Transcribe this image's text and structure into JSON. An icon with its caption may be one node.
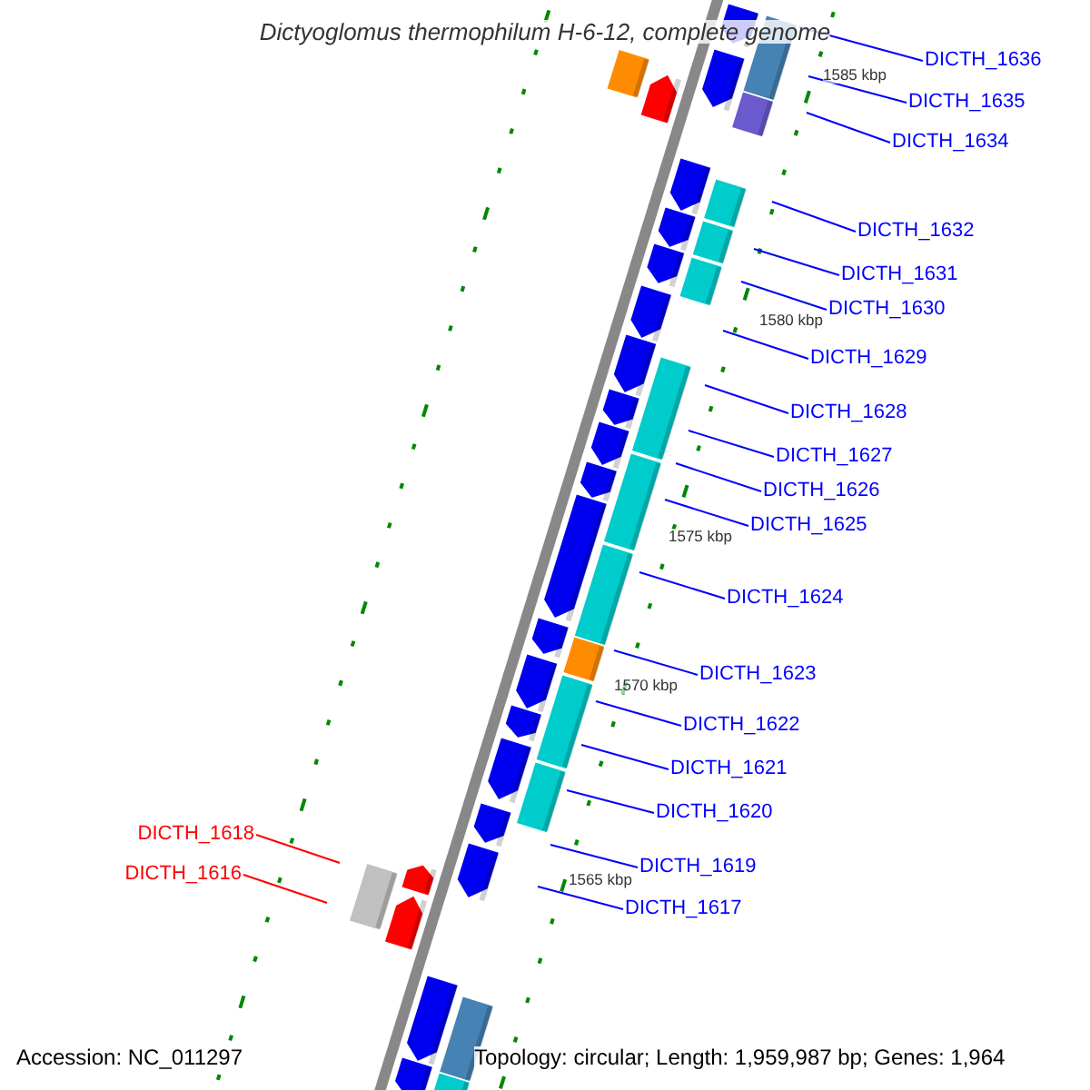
{
  "diagram": {
    "title": "Dictyoglomus thermophilum H-6-12, complete genome",
    "nodes": [
      {
        "text": [
          "DICTH_1636"
        ]
      },
      {
        "text": [
          "DICTH_1635"
        ]
      },
      {
        "text": [
          "DICTH_1634"
        ]
      },
      {
        "text": [
          "DICTH_1632"
        ]
      },
      {
        "text": [
          "DICTH_1631"
        ]
      },
      {
        "text": [
          "DICTH_1630"
        ]
      },
      {
        "text": [
          "DICTH_1629"
        ]
      },
      {
        "text": [
          "DICTH_1628"
        ]
      },
      {
        "text": [
          "DICTH_1627"
        ]
      },
      {
        "text": [
          "DICTH_1626"
        ]
      },
      {
        "text": [
          "DICTH_1625"
        ]
      },
      {
        "text": [
          "DICTH_1624"
        ]
      },
      {
        "text": [
          "DICTH_1623"
        ]
      },
      {
        "text": [
          "DICTH_1622"
        ]
      },
      {
        "text": [
          "DICTH_1621"
        ]
      },
      {
        "text": [
          "DICTH_1620"
        ]
      },
      {
        "text": [
          "DICTH_1618"
        ]
      },
      {
        "text": [
          "DICTH_1619"
        ]
      },
      {
        "text": [
          "DICTH_1616"
        ]
      },
      {
        "text": [
          "DICTH_1617"
        ]
      }
    ],
    "edges": [
      {
        "from": 0,
        "to": null,
        "arrow": "none"
      },
      {
        "from": 1,
        "to": null,
        "arrow": "none"
      },
      {
        "from": 2,
        "to": null,
        "arrow": "none"
      },
      {
        "from": 3,
        "to": null,
        "arrow": "none"
      },
      {
        "from": 4,
        "to": null,
        "arrow": "none"
      },
      {
        "from": 5,
        "to": null,
        "arrow": "none"
      },
      {
        "from": 6,
        "to": null,
        "arrow": "none"
      },
      {
        "from": 7,
        "to": null,
        "arrow": "none"
      },
      {
        "from": 8,
        "to": null,
        "arrow": "none"
      },
      {
        "from": 9,
        "to": null,
        "arrow": "none"
      },
      {
        "from": 10,
        "to": null,
        "arrow": "none"
      },
      {
        "from": 11,
        "to": null,
        "arrow": "none"
      },
      {
        "from": 12,
        "to": null,
        "arrow": "none"
      },
      {
        "from": 13,
        "to": null,
        "arrow": "none"
      },
      {
        "from": 14,
        "to": null,
        "arrow": "none"
      },
      {
        "from": 15,
        "to": null,
        "arrow": "none"
      },
      {
        "from": 16,
        "to": null,
        "arrow": "none",
        "color": "#ff0000"
      },
      {
        "from": 17,
        "to": null,
        "arrow": "none"
      },
      {
        "from": 18,
        "to": null,
        "arrow": "none",
        "color": "#ff0000"
      },
      {
        "from": 19,
        "to": null,
        "arrow": "none"
      }
    ],
    "labels": [
      "1585 kbp",
      "1580 kbp",
      "1575 kbp",
      "1570 kbp",
      "1565 kbp",
      "Accession: NC_011297",
      "Topology: circular; Length: 1,959,987 bp; Genes: 1,964"
    ]
  }
}
